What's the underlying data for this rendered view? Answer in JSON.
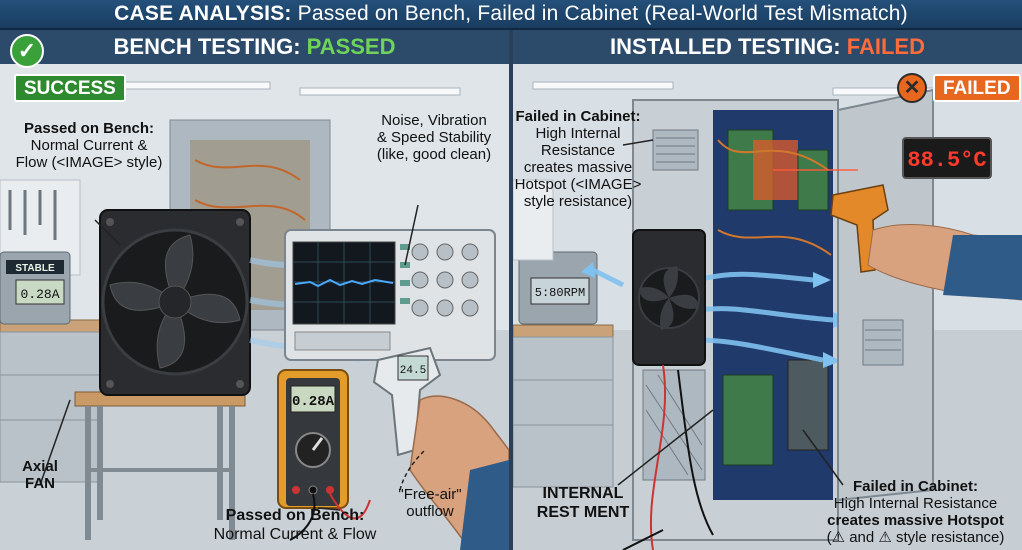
{
  "title": {
    "bold": "CASE ANALYSIS:",
    "rest": " Passed on Bench, Failed in Cabinet (Real-World Test Mismatch)"
  },
  "left": {
    "header_prefix": "BENCH TESTING: ",
    "header_status": "PASSED",
    "badge": "SUCCESS",
    "callout_top_title": "Passed on Bench:",
    "callout_top_line1": "Normal Current &",
    "callout_top_line2": "Flow (<IMAGE> style)",
    "callout_noise_line1": "Noise, Vibration",
    "callout_noise_line2": "& Speed Stability",
    "callout_noise_line3": "(like, good clean)",
    "fan_label_line1": "Axial",
    "fan_label_line2": "FAN",
    "bottom_title": "Passed on Bench:",
    "bottom_line": "Normal Current & Flow",
    "freeair_line1": "\"Free-air\"",
    "freeair_line2": "outflow",
    "stable_label": "STABLE",
    "stable_reading": "0.28A",
    "multimeter_reading": "0.28A",
    "thermometer_reading": "24.5"
  },
  "right": {
    "header_prefix": "INSTALLED TESTING: ",
    "header_status": "FAILED",
    "badge": "FAILED",
    "callout_top_title": "Failed in Cabinet:",
    "callout_top_line1": "High Internal",
    "callout_top_line2": "Resistance",
    "callout_top_line3": "creates massive",
    "callout_top_line4": "Hotspot (<IMAGE>",
    "callout_top_line5": "style resistance)",
    "temp_reading": "88.5°C",
    "rpm_reading": "5:80RPM",
    "internal_line1": "INTERNAL",
    "internal_line2": "REST MENT",
    "bottom_title": "Failed in Cabinet:",
    "bottom_line1": "High Internal Resistance",
    "bottom_line2": "creates massive Hotspot",
    "bottom_line3": "(⚠ and ⚠ style resistance)"
  },
  "colors": {
    "title_bg": "#1f4670",
    "pass_green": "#6fd35a",
    "fail_orange": "#e8671e",
    "display_red": "#ff3b2b"
  }
}
